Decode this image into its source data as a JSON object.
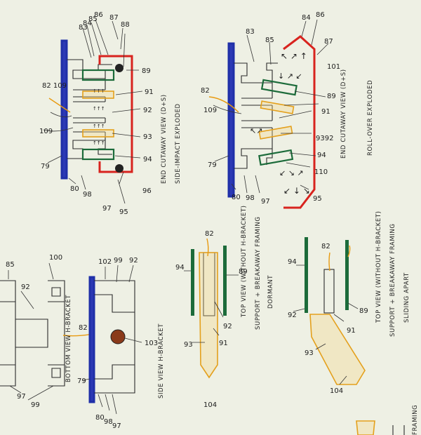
{
  "captions": {
    "end_cutaway_dts": "END CUTAWAY VIEW (D+S)",
    "side_impact": "SIDE-IMPACT EXPLODED",
    "end_cutaway_dts_2": "END CUTAWAY VIEW (D+S)",
    "roll_over": "ROLL-OVER EXPLODED",
    "bottom_view": "BOTTOM VIEW H-BRACKET",
    "side_view": "SIDE VIEW H-BRACKET",
    "top_view_dormant_1": "TOP VIEW (WITHOUT H-BRACKET)",
    "top_view_dormant_2": "SUPPORT + BREAKAWAY FRAMING",
    "top_view_dormant_3": "DORMANT",
    "top_view_apart_1": "TOP VIEW (WITHOUT H-BRACKET)",
    "top_view_apart_2": "SUPPORT + BREAKAWAY FRAMING",
    "top_view_apart_3": "SLIDING APART",
    "framing_fragment": "FRAMING"
  },
  "refs": {
    "r79": "79",
    "r80": "80",
    "r82": "82",
    "r83": "83",
    "r84": "84",
    "r85": "85",
    "r86": "86",
    "r87": "87",
    "r88": "88",
    "r89": "89",
    "r91": "91",
    "r92": "92",
    "r93": "93",
    "r94": "94",
    "r95": "95",
    "r96": "96",
    "r97": "97",
    "r98": "98",
    "r99": "99",
    "r100": "100",
    "r101": "101",
    "r102": "102",
    "r103": "103",
    "r104": "104",
    "r109": "109",
    "r110": "110",
    "r9392": "9392",
    "r82_109": "82 109"
  },
  "colors": {
    "paper": "#eef0e4",
    "support_frame": "#1f2fa8",
    "breakaway_frame": "#d8231e",
    "green_plate": "#1c6b3a",
    "orange_plate": "#e4a01c",
    "ink": "#1d1d1d"
  }
}
